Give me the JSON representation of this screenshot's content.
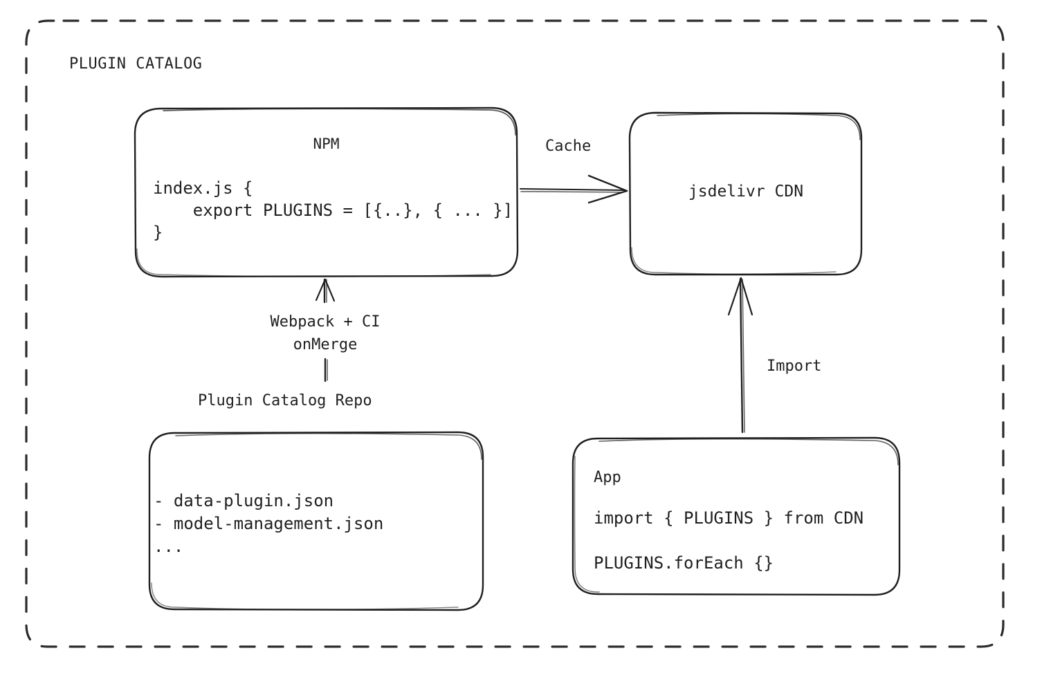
{
  "diagram": {
    "title": "PLUGIN CATALOG",
    "style": "hand-drawn-sketch",
    "stroke_color": "#1f1f1f",
    "background_color": "#ffffff",
    "outer_boundary": {
      "name": "plugin-catalog-group",
      "border": "dashed-rounded-rectangle"
    },
    "nodes": [
      {
        "id": "npm",
        "title": "NPM",
        "code": "index.js {\n    export PLUGINS = [{..}, { ... }]\n}"
      },
      {
        "id": "cdn",
        "title": "jsdelivr CDN"
      },
      {
        "id": "repo",
        "caption": "Plugin Catalog Repo",
        "items": "- data-plugin.json\n- model-management.json\n..."
      },
      {
        "id": "app",
        "title": "App",
        "line1": "import { PLUGINS } from CDN",
        "line2": "PLUGINS.forEach {}"
      }
    ],
    "edges": [
      {
        "id": "npm-to-cdn",
        "label": "Cache",
        "from": "npm",
        "to": "cdn",
        "direction": "right"
      },
      {
        "id": "repo-to-npm",
        "label": "Webpack + CI\nonMerge",
        "from": "repo",
        "to": "npm",
        "direction": "up"
      },
      {
        "id": "app-to-cdn",
        "label": "Import",
        "from": "app",
        "to": "cdn",
        "direction": "up"
      }
    ]
  }
}
